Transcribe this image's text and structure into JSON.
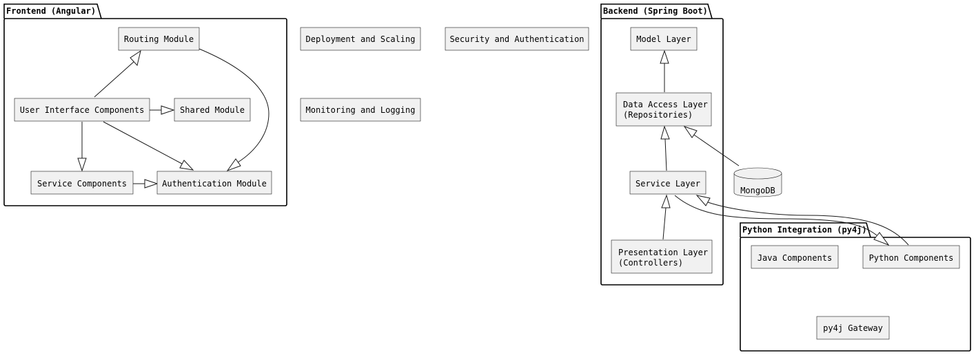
{
  "packages": {
    "frontend": "Frontend (Angular)",
    "backend": "Backend (Spring Boot)",
    "python": "Python Integration (py4j)"
  },
  "nodes": {
    "routing": "Routing Module",
    "ui": "User Interface Components",
    "shared": "Shared Module",
    "service_components": "Service Components",
    "auth": "Authentication Module",
    "deployment": "Deployment and Scaling",
    "security": "Security and Authentication",
    "monitoring": "Monitoring and Logging",
    "model": "Model Layer",
    "dal_line1": "Data Access Layer",
    "dal_line2": "(Repositories)",
    "service_layer": "Service Layer",
    "pres_line1": "Presentation Layer",
    "pres_line2": "(Controllers)",
    "mongodb": "MongoDB",
    "java": "Java Components",
    "python": "Python Components",
    "gateway": "py4j Gateway"
  }
}
